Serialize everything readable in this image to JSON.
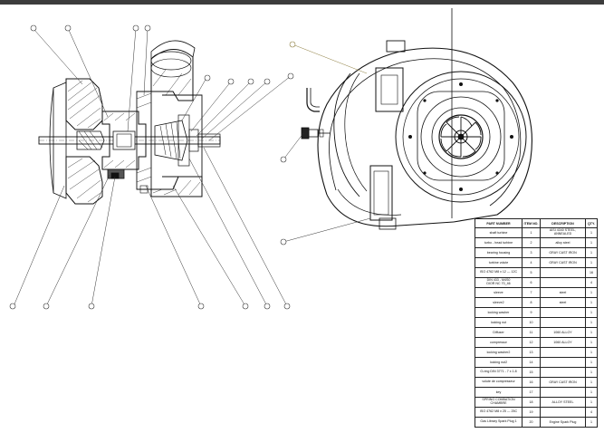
{
  "colors": {
    "ink": "#111111",
    "leader": "#333333",
    "highlight_leader": "#8a7a3a",
    "topbar": "#3c3c3c"
  },
  "bom": {
    "headers": [
      "PART NUMBER",
      "ITEM NO.",
      "DESCRIPTION",
      "QTY."
    ],
    "rows": [
      [
        "shaft turbine",
        "1",
        "AISI 4340 STEEL, ANNEALED",
        "1"
      ],
      [
        "turbo - head turbine",
        "2",
        "alloy steel",
        "1"
      ],
      [
        "bearing housing",
        "3",
        "GRAY CAST IRON",
        "1"
      ],
      [
        "turbine volute",
        "4",
        "GRAY CAST IRON",
        "1"
      ],
      [
        "ISO 4762 M8 x 12 --- 12C",
        "5",
        "",
        "16"
      ],
      [
        "DIN 433 - M4S0\nDIOR NC 70_46",
        "6",
        "",
        "4"
      ],
      [
        "sleeve",
        "7",
        "steel",
        "1"
      ],
      [
        "sleeve2",
        "8",
        "steel",
        "1"
      ],
      [
        "locking washer",
        "9",
        "",
        "1"
      ],
      [
        "locking nut",
        "10",
        "",
        "1"
      ],
      [
        "Diffuser",
        "11",
        "1060 ALLOY",
        "1"
      ],
      [
        "compressor",
        "12",
        "1060 ALLOY",
        "1"
      ],
      [
        "locking washer2",
        "13",
        "",
        "1"
      ],
      [
        "locking nut2",
        "14",
        "",
        "1"
      ],
      [
        "O-ring DIN 3771 - 7 x 1.8",
        "15",
        "",
        "1"
      ],
      [
        "volute de compresseur",
        "16",
        "GRAY CAST IRON",
        "1"
      ],
      [
        "key",
        "17",
        "",
        "1"
      ],
      [
        "SPRING COMBATION CHAMBRE",
        "18",
        "ALLOY STEEL",
        "1"
      ],
      [
        "ISO 4762 M8 x 25 --- 25C",
        "19",
        "",
        "4"
      ],
      [
        "Gas Library Spark Plug 1",
        "20",
        "Engine Spark Plug",
        "1"
      ]
    ]
  }
}
